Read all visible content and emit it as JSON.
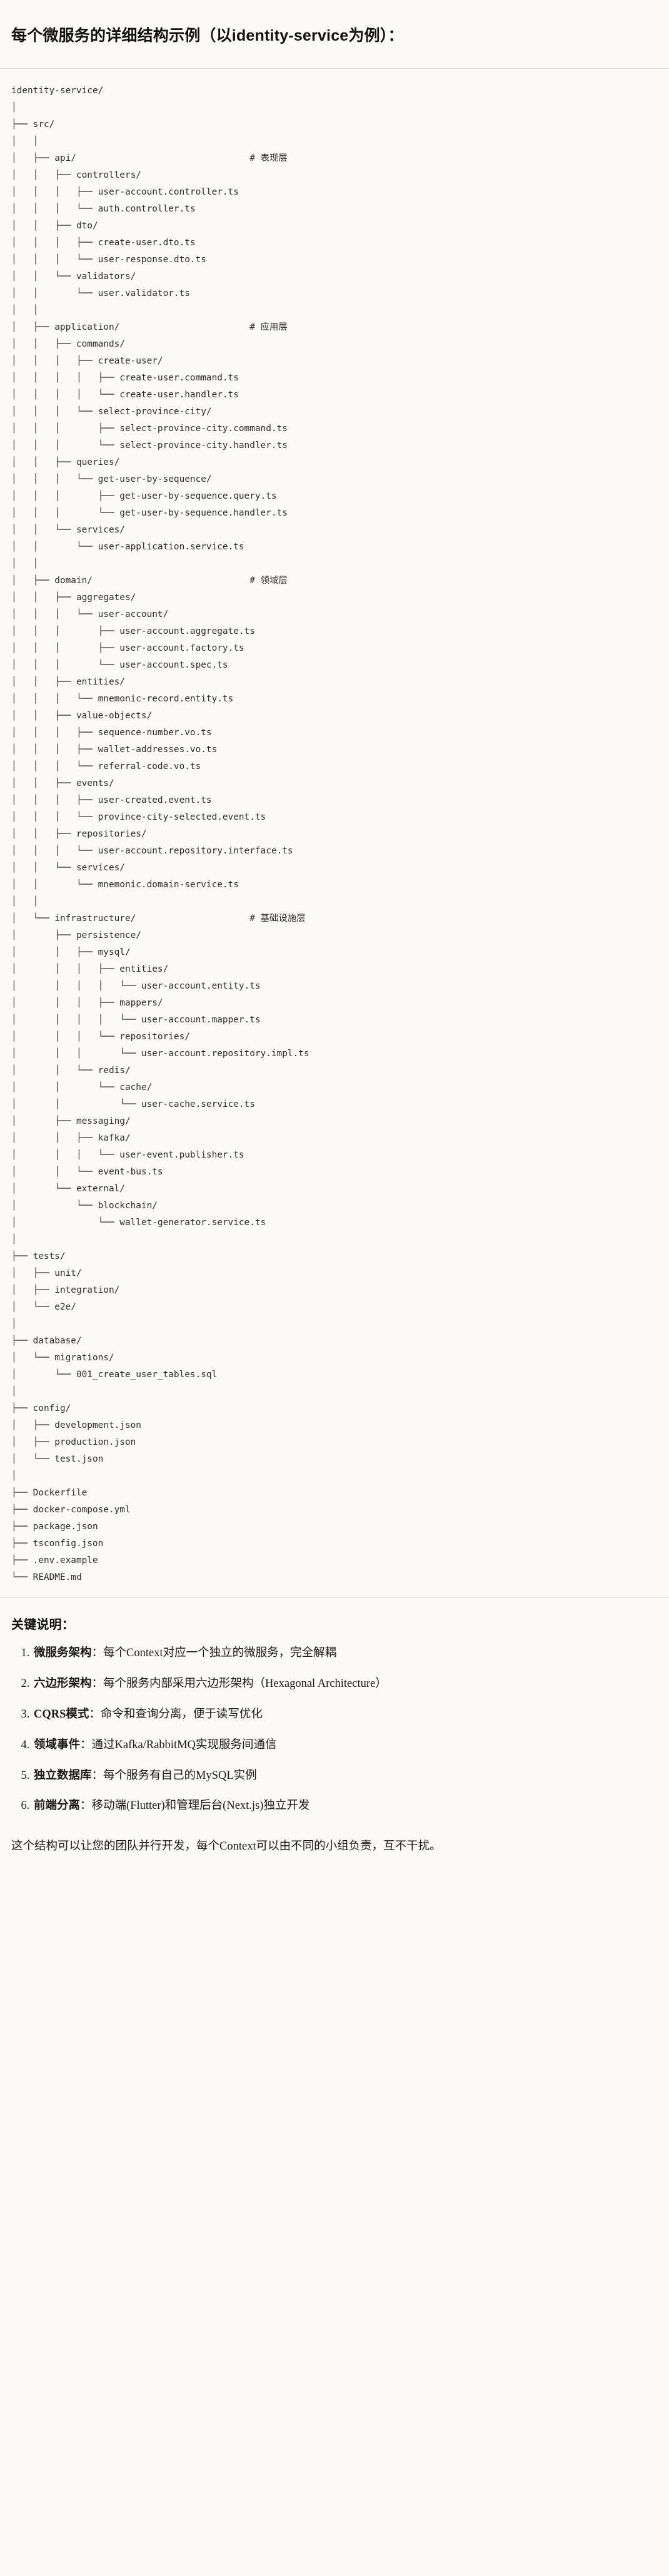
{
  "heading": "每个微服务的详细结构示例（以identity-service为例）：",
  "tree": {
    "root_label": "identity-service/",
    "comments": {
      "presentation": "# 表现层",
      "application": "# 应用层",
      "domain": "# 领域层",
      "infrastructure": "# 基础设施层"
    },
    "text": "identity-service/\n│\n├── src/\n│   │\n│   ├── api/                                # 表现层\n│   │   ├── controllers/\n│   │   │   ├── user-account.controller.ts\n│   │   │   └── auth.controller.ts\n│   │   ├── dto/\n│   │   │   ├── create-user.dto.ts\n│   │   │   └── user-response.dto.ts\n│   │   └── validators/\n│   │       └── user.validator.ts\n│   │\n│   ├── application/                        # 应用层\n│   │   ├── commands/\n│   │   │   ├── create-user/\n│   │   │   │   ├── create-user.command.ts\n│   │   │   │   └── create-user.handler.ts\n│   │   │   └── select-province-city/\n│   │   │       ├── select-province-city.command.ts\n│   │   │       └── select-province-city.handler.ts\n│   │   ├── queries/\n│   │   │   └── get-user-by-sequence/\n│   │   │       ├── get-user-by-sequence.query.ts\n│   │   │       └── get-user-by-sequence.handler.ts\n│   │   └── services/\n│   │       └── user-application.service.ts\n│   │\n│   ├── domain/                             # 领域层\n│   │   ├── aggregates/\n│   │   │   └── user-account/\n│   │   │       ├── user-account.aggregate.ts\n│   │   │       ├── user-account.factory.ts\n│   │   │       └── user-account.spec.ts\n│   │   ├── entities/\n│   │   │   └── mnemonic-record.entity.ts\n│   │   ├── value-objects/\n│   │   │   ├── sequence-number.vo.ts\n│   │   │   ├── wallet-addresses.vo.ts\n│   │   │   └── referral-code.vo.ts\n│   │   ├── events/\n│   │   │   ├── user-created.event.ts\n│   │   │   └── province-city-selected.event.ts\n│   │   ├── repositories/\n│   │   │   └── user-account.repository.interface.ts\n│   │   └── services/\n│   │       └── mnemonic.domain-service.ts\n│   │\n│   └── infrastructure/                     # 基础设施层\n│       ├── persistence/\n│       │   ├── mysql/\n│       │   │   ├── entities/\n│       │   │   │   └── user-account.entity.ts\n│       │   │   ├── mappers/\n│       │   │   │   └── user-account.mapper.ts\n│       │   │   └── repositories/\n│       │   │       └── user-account.repository.impl.ts\n│       │   └── redis/\n│       │       └── cache/\n│       │           └── user-cache.service.ts\n│       ├── messaging/\n│       │   ├── kafka/\n│       │   │   └── user-event.publisher.ts\n│       │   └── event-bus.ts\n│       └── external/\n│           └── blockchain/\n│               └── wallet-generator.service.ts\n│\n├── tests/\n│   ├── unit/\n│   ├── integration/\n│   └── e2e/\n│\n├── database/\n│   └── migrations/\n│       └── 001_create_user_tables.sql\n│\n├── config/\n│   ├── development.json\n│   ├── production.json\n│   └── test.json\n│\n├── Dockerfile\n├── docker-compose.yml\n├── package.json\n├── tsconfig.json\n├── .env.example\n└── README.md"
  },
  "keys": {
    "title": "关键说明：",
    "items": [
      {
        "term": "微服务架构",
        "sep": "：",
        "desc": "每个Context对应一个独立的微服务，完全解耦"
      },
      {
        "term": "六边形架构",
        "sep": "：",
        "desc": "每个服务内部采用六边形架构（Hexagonal Architecture）"
      },
      {
        "term": "CQRS模式",
        "sep": "：",
        "desc": "命令和查询分离，便于读写优化"
      },
      {
        "term": "领域事件",
        "sep": "：",
        "desc": "通过Kafka/RabbitMQ实现服务间通信"
      },
      {
        "term": "独立数据库",
        "sep": "：",
        "desc": "每个服务有自己的MySQL实例"
      },
      {
        "term": "前端分离",
        "sep": "：",
        "desc": "移动端(Flutter)和管理后台(Next.js)独立开发"
      }
    ]
  },
  "closing": "这个结构可以让您的团队并行开发，每个Context可以由不同的小组负责，互不干扰。"
}
